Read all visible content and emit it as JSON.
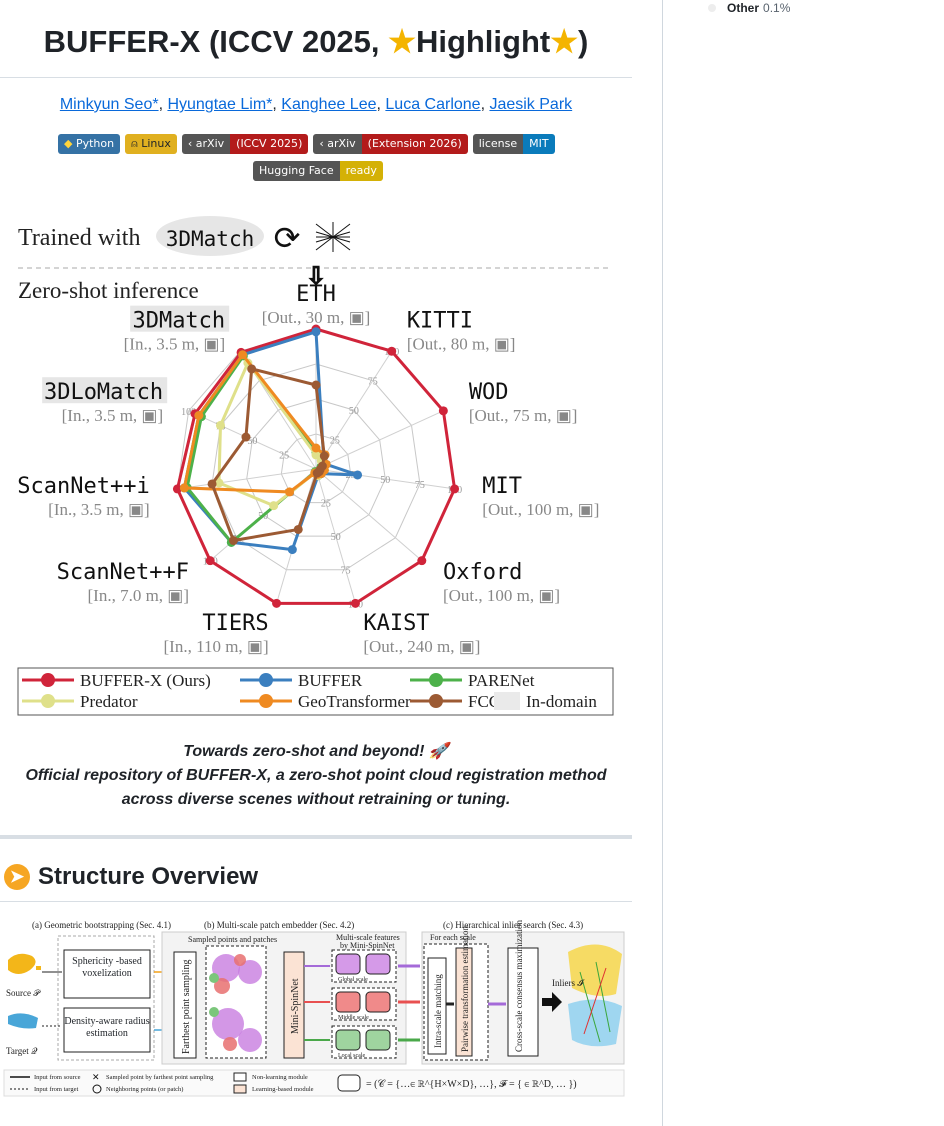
{
  "sidebar": {
    "language": {
      "name": "Other",
      "percent": "0.1%"
    }
  },
  "readme": {
    "title_pre": "BUFFER-X (ICCV 2025, ",
    "title_mid": "Highlight",
    "title_post": ")",
    "authors": [
      "Minkyun Seo*",
      "Hyungtae Lim*",
      "Kanghee Lee",
      "Luca Carlone",
      "Jaesik Park"
    ],
    "badges": [
      {
        "left": "Python",
        "right": null
      },
      {
        "left": "Linux",
        "right": null
      },
      {
        "left": "arXiv",
        "right": "ICCV 2025"
      },
      {
        "left": "arXiv",
        "right": "Extension 2026"
      },
      {
        "left": "license",
        "right": "MIT"
      },
      {
        "left": "Hugging Face",
        "right": "ready"
      }
    ],
    "tagline_line1": "Towards zero-shot and beyond!",
    "tagline_line2": "Official repository of BUFFER-X, a zero-shot point cloud registration method",
    "tagline_line3": "across diverse scenes without retraining or tuning.",
    "section_heading": "Structure Overview"
  },
  "radar_figure": {
    "trained_with": "Trained with",
    "trained_dataset": "3DMatch",
    "zero_shot": "Zero-shot inference",
    "datasets": [
      {
        "name": "ETH",
        "info": "[Out., 30 m,",
        "in_domain": false
      },
      {
        "name": "KITTI",
        "info": "[Out., 80 m,",
        "in_domain": false
      },
      {
        "name": "WOD",
        "info": "[Out., 75 m,",
        "in_domain": false
      },
      {
        "name": "MIT",
        "info": "[Out., 100 m,",
        "in_domain": false
      },
      {
        "name": "Oxford",
        "info": "[Out., 100 m,",
        "in_domain": false
      },
      {
        "name": "KAIST",
        "info": "[Out., 240 m,",
        "in_domain": false
      },
      {
        "name": "TIERS",
        "info": "[In., 110 m,",
        "in_domain": false
      },
      {
        "name": "ScanNet++F",
        "info": "[In., 7.0 m,",
        "in_domain": false
      },
      {
        "name": "ScanNet++i",
        "info": "[In., 3.5 m,",
        "in_domain": false
      },
      {
        "name": "3DLoMatch",
        "info": "[In., 3.5 m,",
        "in_domain": true
      },
      {
        "name": "3DMatch",
        "info": "[In., 3.5 m,",
        "in_domain": true
      }
    ],
    "series": [
      {
        "name": "BUFFER-X (Ours)",
        "color": "#d0243a",
        "values": [
          100,
          100,
          100,
          100,
          100,
          100,
          100,
          100,
          100,
          95,
          99
        ]
      },
      {
        "name": "BUFFER",
        "color": "#3b7fbf",
        "values": [
          98,
          10,
          8,
          30,
          5,
          5,
          60,
          80,
          95,
          92,
          97
        ]
      },
      {
        "name": "PARENet",
        "color": "#4db14a",
        "values": [
          12,
          8,
          4,
          6,
          4,
          5,
          2,
          80,
          93,
          90,
          96
        ]
      },
      {
        "name": "Predator",
        "color": "#dfe08a",
        "values": [
          10,
          7,
          5,
          5,
          4,
          5,
          3,
          40,
          70,
          75,
          90
        ]
      },
      {
        "name": "GeoTransformer",
        "color": "#ef8a21",
        "values": [
          15,
          12,
          8,
          6,
          5,
          4,
          3,
          25,
          95,
          92,
          97
        ]
      },
      {
        "name": "FCGF",
        "color": "#9c5a33",
        "values": [
          60,
          11,
          5,
          3,
          3,
          3,
          45,
          78,
          75,
          55,
          85
        ]
      }
    ],
    "ticks": [
      "25",
      "50",
      "75",
      "100"
    ],
    "in_domain_label": "In-domain"
  },
  "structure_figure": {
    "a_title": "(a) Geometric bootstrapping (Sec. 4.1)",
    "b_title": "(b) Multi-scale patch embedder (Sec. 4.2)",
    "c_title": "(c) Hierarchical inlier search (Sec. 4.3)",
    "sampled_points": "Sampled points and patches",
    "multiscale_features": "Multi-scale features",
    "by_mini": "by Mini-SpinNet",
    "for_each_scale": "For each scale",
    "box_voxel": "Sphericity -based voxelization",
    "box_density": "Density-aware radius estimation",
    "fps": "Farthest point sampling",
    "mini": "Mini-SpinNet",
    "intra": "Intra-scale matching",
    "pairwise": "Pairwise transformation estimation",
    "cross": "Cross-scale consensus maximization",
    "source": "Source",
    "target": "Target",
    "inliers": "Inliers",
    "global_scale": "Global scale",
    "middle_scale": "Middle scale",
    "local_scale": "Local scale",
    "legend_source": "Input from source",
    "legend_target": "Input from target",
    "legend_sampled": "Sampled point by farthest point sampling",
    "legend_neighbor": "Neighboring points (or patch)",
    "legend_nonlearn": "Non-learning module",
    "legend_learn": "Learning-based module"
  }
}
